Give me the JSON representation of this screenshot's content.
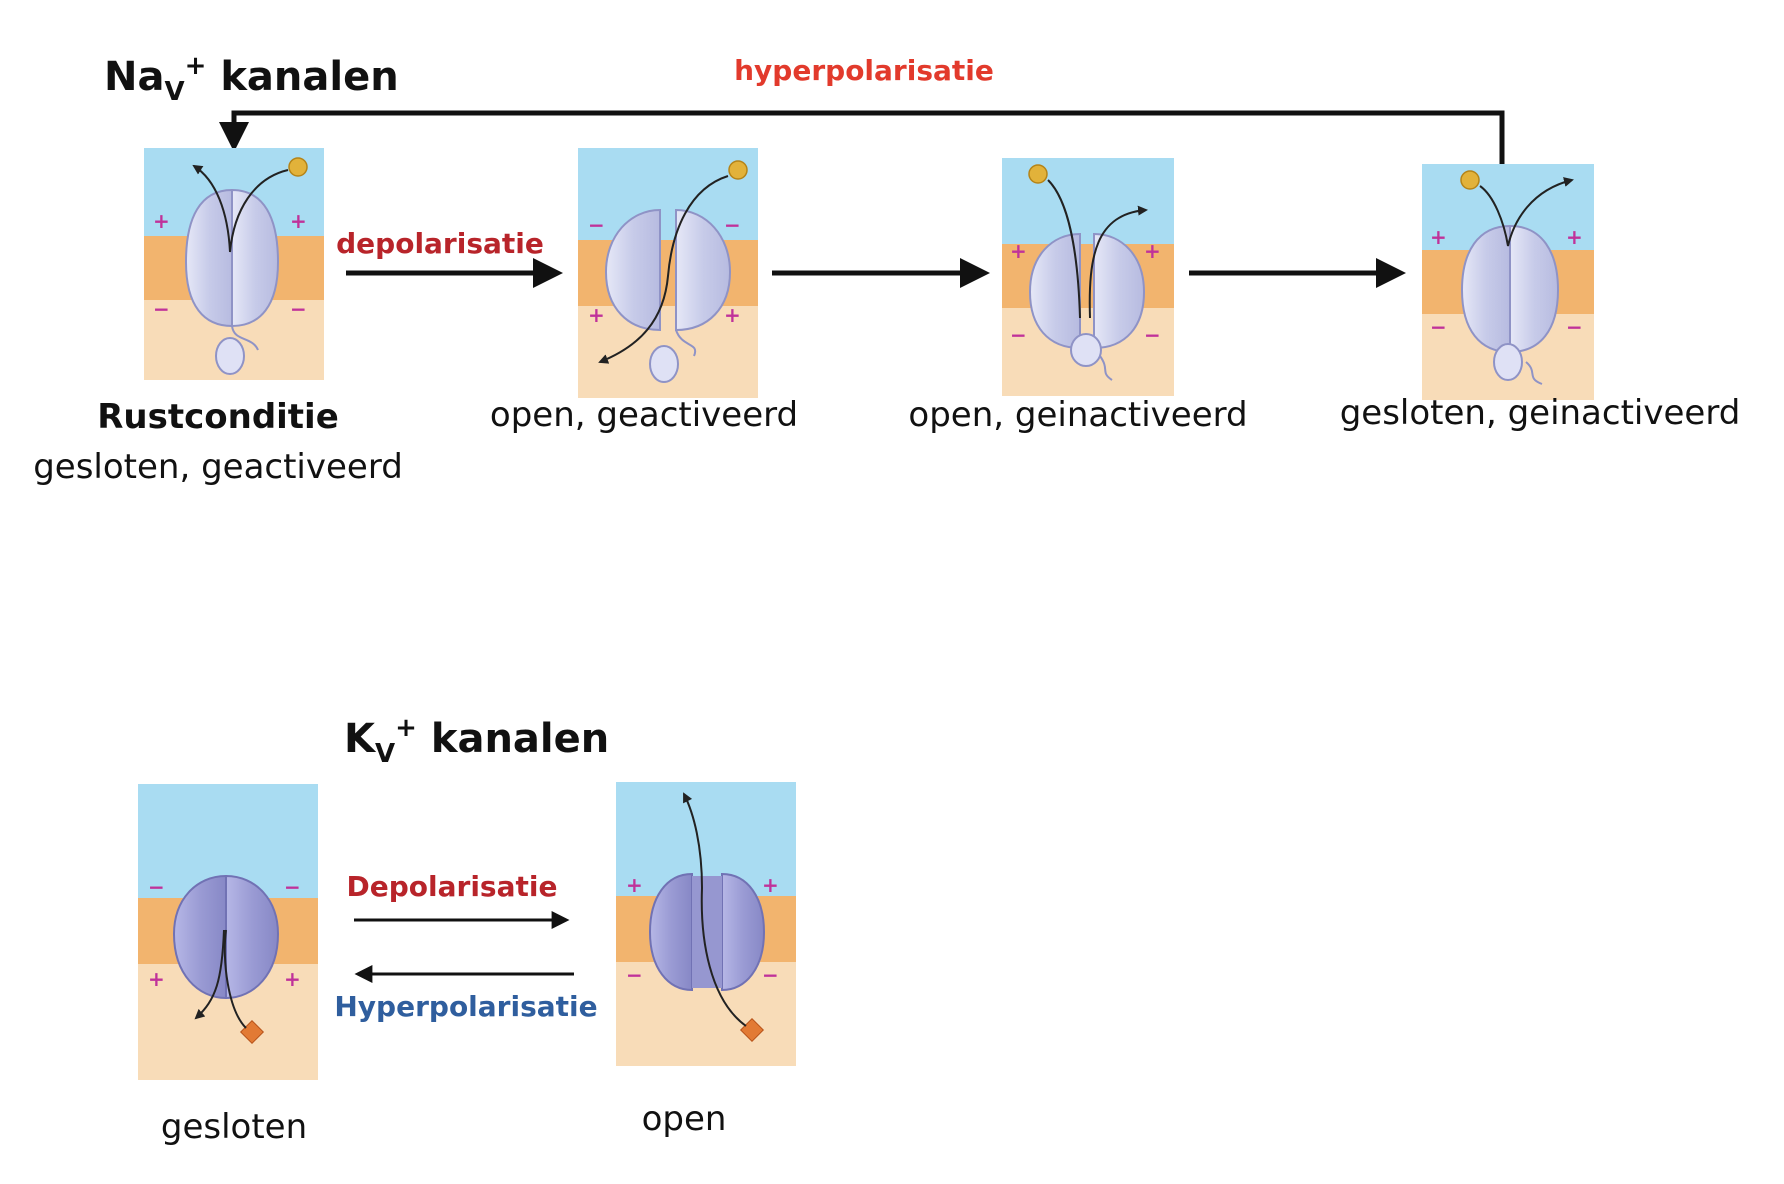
{
  "colors": {
    "extracellular": "#a9dcf2",
    "membrane": "#f2b46e",
    "intracellular": "#f8dcb8",
    "channel_na": "#cfd2ec",
    "channel_k": "#9e9fd6",
    "sodium_ion": "#e2b23a",
    "potassium_ion": "#e27a34",
    "depolarisatie_red": "#b8242a",
    "hyperpolarisatie_red": "#e23a2c",
    "hyperpolarisatie_blue": "#2f5e9e",
    "sign_magenta": "#c0329a",
    "arrow": "#111111"
  },
  "nav": {
    "title_main": "Na",
    "title_sub": "V",
    "title_sup": "+",
    "title_rest": " kanalen",
    "hyperpolarisatie_label": "hyperpolarisatie",
    "depolarisatie_label": "depolarisatie",
    "states": [
      {
        "label_bold": "Rustconditie",
        "label": "gesloten, geactiveerd",
        "state": "closed-activatable",
        "outer_sign": "+",
        "inner_sign": "−"
      },
      {
        "label_bold": "",
        "label": "open, geactiveerd",
        "state": "open",
        "outer_sign": "−",
        "inner_sign": "+"
      },
      {
        "label_bold": "",
        "label": "open, geinactiveerd",
        "state": "open-inactivated",
        "outer_sign": "+",
        "inner_sign": "−"
      },
      {
        "label_bold": "",
        "label": "gesloten, geinactiveerd",
        "state": "closed-inactivated",
        "outer_sign": "+",
        "inner_sign": "−"
      }
    ]
  },
  "kv": {
    "title_main": "K",
    "title_sub": "V",
    "title_sup": "+",
    "title_rest": " kanalen",
    "depolarisatie_label": "Depolarisatie",
    "hyperpolarisatie_label": "Hyperpolarisatie",
    "states": [
      {
        "label": "gesloten",
        "state": "closed",
        "outer_sign": "−",
        "inner_sign": "+"
      },
      {
        "label": "open",
        "state": "open",
        "outer_sign": "+",
        "inner_sign": "−"
      }
    ]
  }
}
